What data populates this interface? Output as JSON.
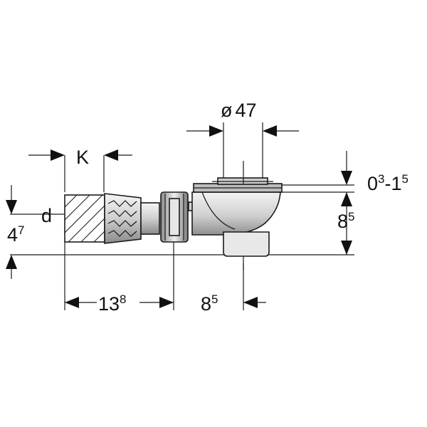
{
  "dimensions": {
    "diameter": {
      "prefix": "ø",
      "value": "47"
    },
    "k": {
      "label": "K"
    },
    "d": {
      "label": "d"
    },
    "height_left": {
      "base": "4",
      "sup": "7"
    },
    "outlet_length": {
      "base": "13",
      "sup": "8"
    },
    "outlet_offset": {
      "base": "8",
      "sup": "5"
    },
    "body_height": {
      "base": "8",
      "sup": "5"
    },
    "flange_range": {
      "base1": "0",
      "sup1": "3",
      "sep": "-1",
      "sup2": "5"
    }
  },
  "colors": {
    "line": "#1a1a1a",
    "body_fill": "#d9d9d9",
    "body_dark": "#9a9a9a",
    "body_light": "#f2f2f2"
  }
}
